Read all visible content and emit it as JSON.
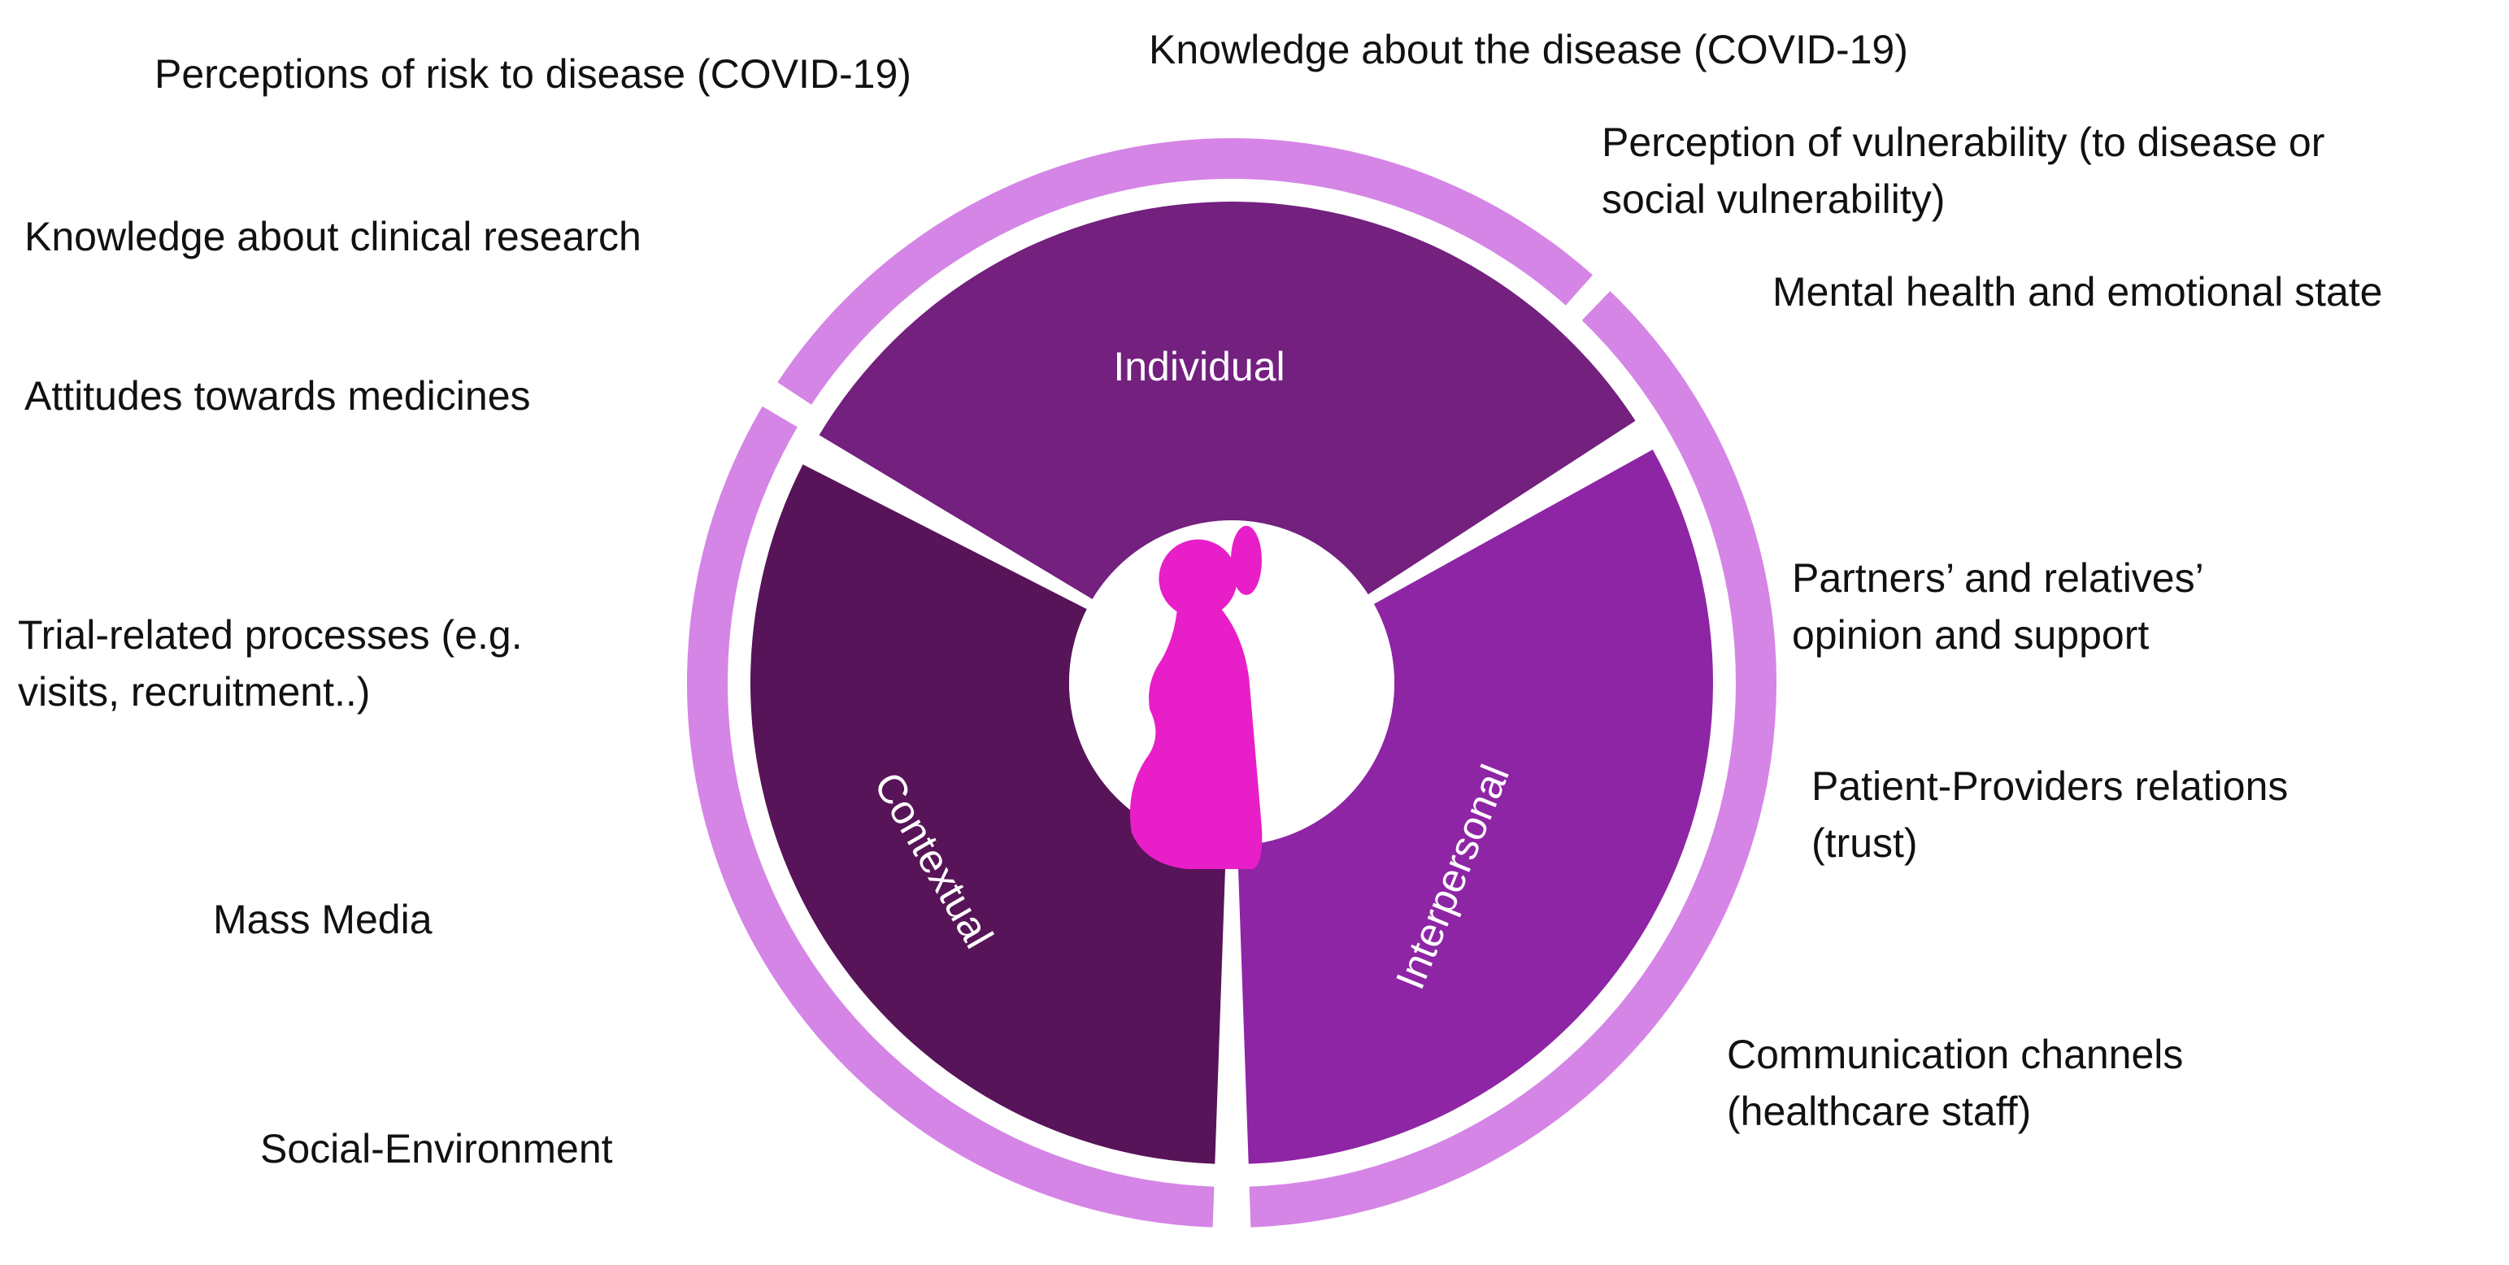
{
  "segments": {
    "individual": {
      "label": "Individual",
      "color": "#73207f"
    },
    "interpersonal": {
      "label": "Interpersonal",
      "color": "#8e25a5"
    },
    "contextual": {
      "label": "Contextual",
      "color": "#571458"
    }
  },
  "outer_ring_color": "#d585e6",
  "center_fill": "#ffffff",
  "figure_color": "#e81ec8",
  "center_icon": "pregnant-woman-silhouette-icon",
  "factors": {
    "perceptions_risk": [
      "Perceptions of risk to disease (COVID-19)"
    ],
    "knowledge_disease": [
      "Knowledge about the disease (COVID-19)"
    ],
    "perception_vulnerability": [
      "Perception of vulnerability (to disease or",
      "social vulnerability)"
    ],
    "knowledge_clinical": [
      "Knowledge about clinical research"
    ],
    "mental_health": [
      "Mental health and emotional state"
    ],
    "attitudes_medicines": [
      "Attitudes towards medicines"
    ],
    "partners_relatives": [
      "Partners’ and relatives’",
      "opinion and support"
    ],
    "trial_processes": [
      "Trial-related processes (e.g.",
      "visits, recruitment..)"
    ],
    "patient_providers": [
      "Patient-Providers relations",
      "(trust)"
    ],
    "mass_media": [
      "Mass Media"
    ],
    "communication_channels": [
      "Communication channels",
      "(healthcare staff)"
    ],
    "social_environment": [
      "Social-Environment"
    ]
  }
}
